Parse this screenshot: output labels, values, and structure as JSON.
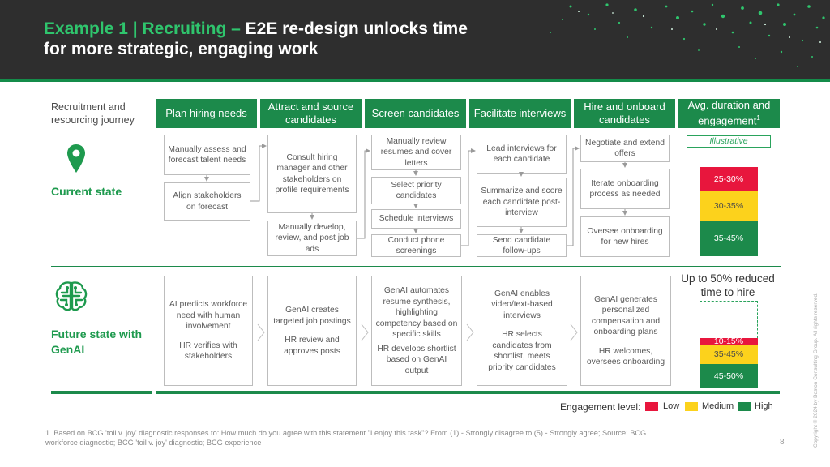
{
  "header": {
    "title_part1": "Example 1 | Recruiting –",
    "title_part2": " E2E re-design unlocks time",
    "title_line2": "for more strategic, engaging work"
  },
  "journey_label": "Recruitment and resourcing journey",
  "stages": [
    "Plan hiring needs",
    "Attract and source candidates",
    "Screen candidates",
    "Facilitate interviews",
    "Hire and onboard candidates"
  ],
  "duration_header": "Avg. duration and engagement",
  "duration_footnote_mark": "1",
  "illustrative": "Illustrative",
  "current_state": {
    "label": "Current state",
    "icon": "location-pin-icon",
    "steps": {
      "assess": "Manually assess and forecast talent needs",
      "align": "Align stakeholders on forecast",
      "consult": "Consult hiring manager and other stakeholders on profile requirements",
      "develop_ads": "Manually develop, review, and post job ads",
      "review_resumes": "Manually review resumes and cover letters",
      "select_priority": "Select priority candidates",
      "schedule": "Schedule interviews",
      "phone_screen": "Conduct phone screenings",
      "lead_interviews": "Lead interviews for each candidate",
      "summarize": "Summarize and score each candidate post-interview",
      "follow_ups": "Send candidate follow-ups",
      "negotiate": "Negotiate and extend offers",
      "iterate": "Iterate onboarding process as needed",
      "oversee": "Oversee onboarding for new hires"
    },
    "engagement": [
      {
        "level": "low",
        "label": "25-30%",
        "value": 0.275
      },
      {
        "level": "medium",
        "label": "30-35%",
        "value": 0.325
      },
      {
        "level": "high",
        "label": "35-45%",
        "value": 0.4
      }
    ]
  },
  "future_state": {
    "label": "Future state with GenAI",
    "icon": "brain-circuit-icon",
    "steps": [
      [
        "AI predicts workforce need with human involvement",
        "HR verifies with stakeholders"
      ],
      [
        "GenAI creates targeted job postings",
        "HR review and approves posts"
      ],
      [
        "GenAI automates resume synthesis, highlighting competency based on specific skills",
        "HR develops shortlist based on GenAI output"
      ],
      [
        "GenAI enables video/text-based interviews",
        "HR selects candidates from shortlist, meets priority candidates"
      ],
      [
        "GenAI generates personalized compensation and onboarding plans",
        "HR welcomes, oversees onboarding"
      ]
    ],
    "reduced_time": "Up to 50% reduced time to hire",
    "engagement": [
      {
        "level": "low",
        "label": "10-15%",
        "value": 0.125
      },
      {
        "level": "medium",
        "label": "35-45%",
        "value": 0.4
      },
      {
        "level": "high",
        "label": "45-50%",
        "value": 0.475
      }
    ]
  },
  "legend": {
    "title": "Engagement level:",
    "low": "Low",
    "medium": "Medium",
    "high": "High",
    "colors": {
      "low": "#e8163d",
      "medium": "#fcd21c",
      "high": "#1c8a4b"
    }
  },
  "footnote": "1. Based on BCG 'toil v. joy' diagnostic responses to: How much do you agree with this statement \"I enjoy this task\"? From (1) - Strongly disagree to (5) - Strongly agree; Source: BCG workforce diagnostic; BCG 'toil v. joy' diagnostic; BCG experience",
  "page_number": "8",
  "copyright": "Copyright © 2024 by Boston Consulting Group. All rights reserved."
}
